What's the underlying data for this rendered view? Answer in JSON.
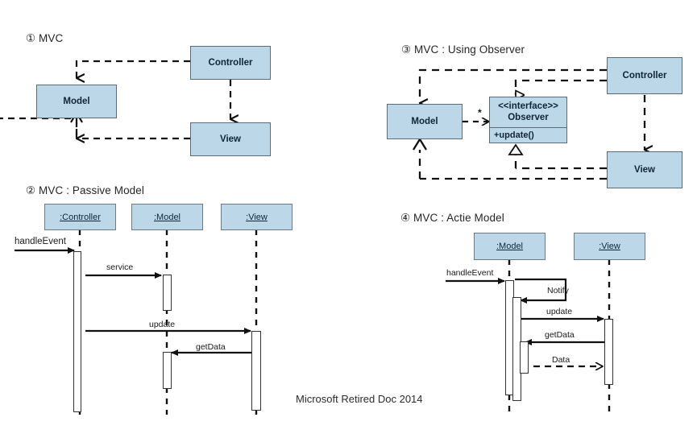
{
  "figure": {
    "footer_note": "Microsoft Retired Doc 2014",
    "colors": {
      "box_fill": "#bcd7e8",
      "box_stroke": "#5b6b7a",
      "line": "#111111",
      "activation_fill": "#ffffff",
      "background": "#ffffff"
    }
  },
  "panel1": {
    "title": "① MVC",
    "boxes": {
      "controller": "Controller",
      "model": "Model",
      "view": "View"
    }
  },
  "panel2": {
    "title": "② MVC : Passive Model",
    "lifelines": {
      "controller": ":Controller",
      "model": ":Model",
      "view": ":View"
    },
    "messages": {
      "handle_event": "handleEvent",
      "service": "service",
      "update": "update",
      "get_data": "getData"
    }
  },
  "panel3": {
    "title": "③ MVC : Using Observer",
    "boxes": {
      "controller": "Controller",
      "model": "Model",
      "view": "View",
      "observer_stereotype": "<<interface>>",
      "observer_name": "Observer",
      "observer_operation": "+update()"
    },
    "multiplicity": "*"
  },
  "panel4": {
    "title": "④ MVC : Actie Model",
    "lifelines": {
      "model": ":Model",
      "view": ":View"
    },
    "messages": {
      "handle_event": "handleEvent",
      "notify": "Notify",
      "update": "update",
      "get_data": "getData",
      "data": "Data"
    }
  }
}
